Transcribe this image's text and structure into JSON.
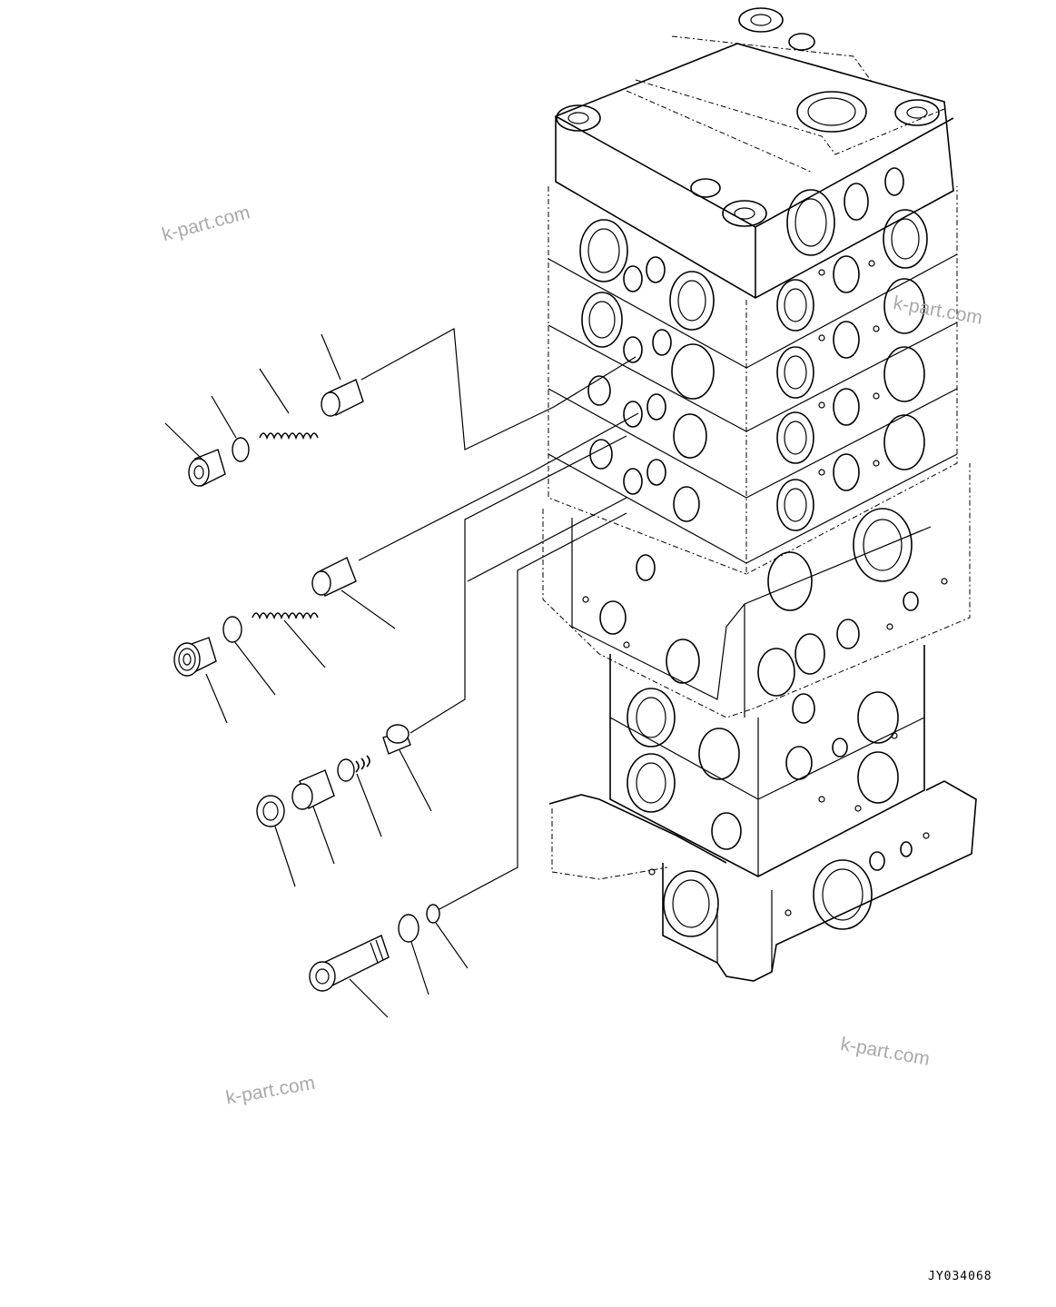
{
  "watermarks": [
    "k-part.com",
    "k-part.com",
    "k-part.com",
    "k-part.com"
  ],
  "drawing_code": "JY034068"
}
